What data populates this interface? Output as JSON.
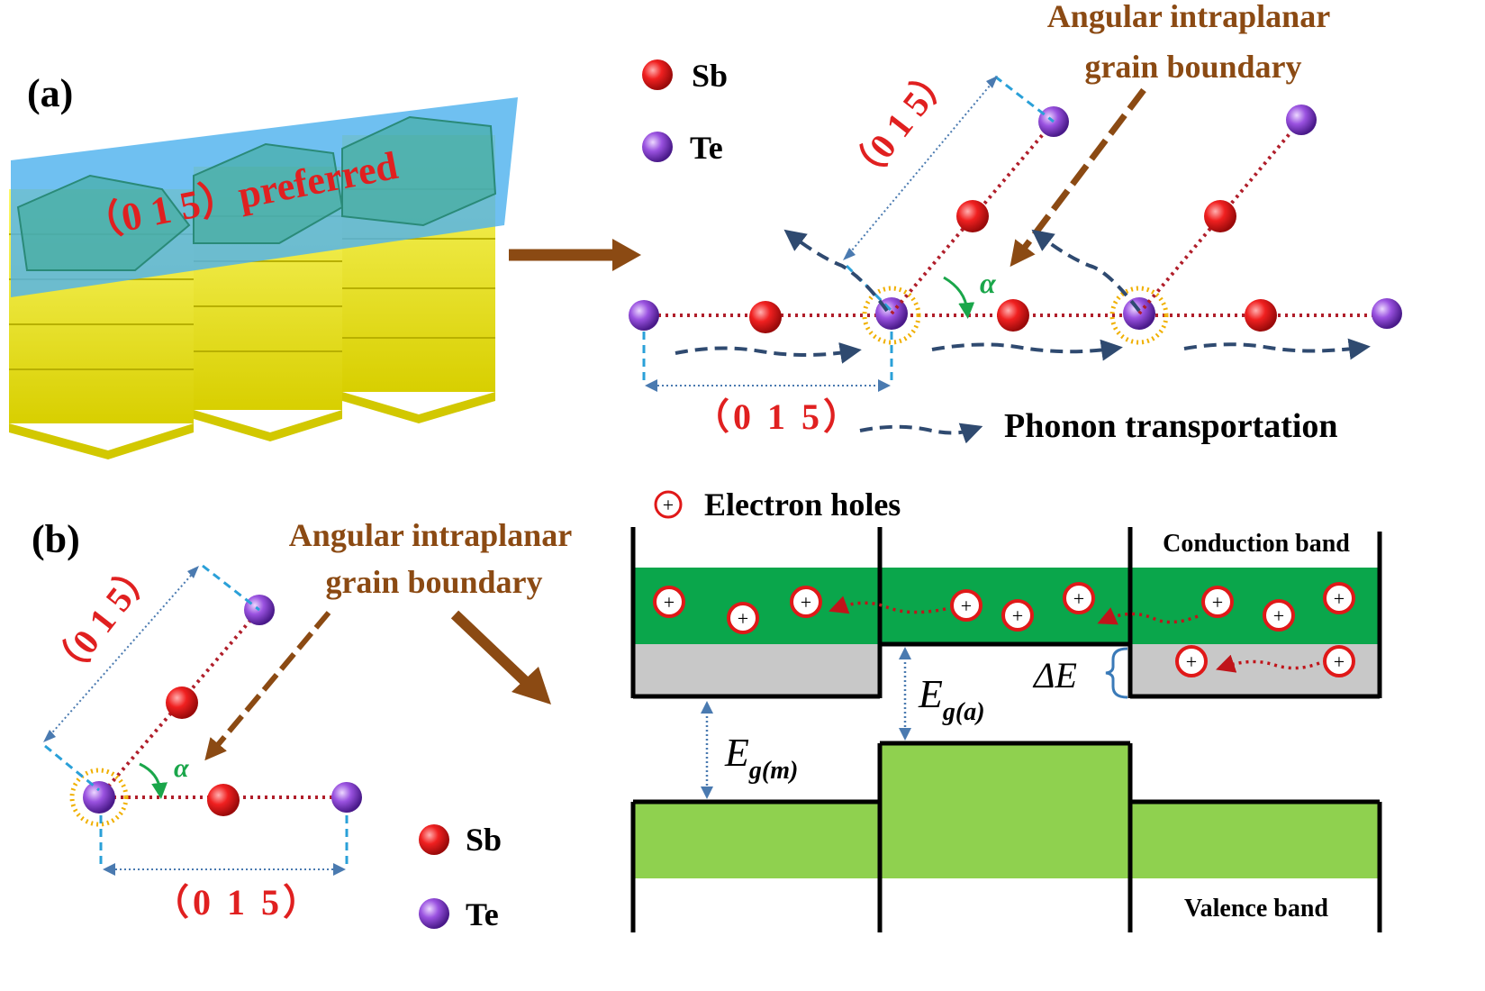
{
  "panel_a": {
    "label": "(a)",
    "preferred_plane": "（0 1 5）preferred",
    "plane_top": "（0 1 5）",
    "plane_bottom": "（0 1 5）",
    "alpha": "α",
    "boundary_title_line1": "Angular intraplanar",
    "boundary_title_line2": "grain boundary",
    "legend": {
      "sb": "Sb",
      "te": "Te",
      "phonon": "Phonon transportation"
    }
  },
  "panel_b": {
    "label": "(b)",
    "plane_top": "（0 1 5）",
    "plane_bottom": "（0 1 5）",
    "alpha": "α",
    "boundary_title_line1": "Angular intraplanar",
    "boundary_title_line2": "grain boundary",
    "legend": {
      "sb": "Sb",
      "te": "Te"
    },
    "band": {
      "holes_legend": "Electron holes",
      "hole_symbol": "+",
      "conduction_band": "Conduction band",
      "valence_band": "Valence band",
      "delta_e": "ΔE",
      "eg_m_main": "E",
      "eg_m_sub": "g(m)",
      "eg_a_main": "E",
      "eg_a_sub": "g(a)"
    }
  },
  "colors": {
    "sb_atom": "#e8141a",
    "te_atom": "#8a44d8",
    "bond": "#b01e2a",
    "phonon_arrow": "#2f4a70",
    "guide_dashed": "#2aa0d8",
    "label_red": "#e02020",
    "title_brown": "#8b4a13",
    "alpha_green": "#1aa64a",
    "conduction_green": "#0aa64b",
    "valence_green": "#8fd14f",
    "gap_gray": "#c8c8c8",
    "plane_blue": "#5ab8e8",
    "crystal_yellow": "#f5f20a"
  }
}
